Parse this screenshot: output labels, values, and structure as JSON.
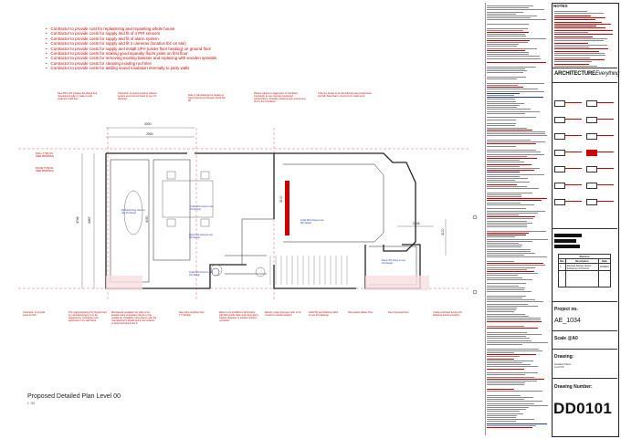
{
  "scope_notes": [
    "Contractor to provide cost for replastering and repainting whole house",
    "Contractor to provide costs for supply and fit of 4 PIR sensors",
    "Contractor to provide costs for supply and fit of alarm system",
    "Contractor to provide costs for supply and fit 2 cameras (location tbc on site)",
    "Contractor to provide costs for supply and install UFH (under floor heating) on ground floor",
    "Contractor to provide costs for making good squeaky floors joists on first floor",
    "Contractor to provide costs for removing existing banister and replacing with wooden spindals",
    "Contractor to provide costs for cleaning existing roof tiles",
    "Contractor to provide costs for adding sound insulation internally to party walls"
  ],
  "plan": {
    "title": "Proposed Detailed Plan Level 00",
    "scale": "1 : 50",
    "dimensions": [
      "3000",
      "2900",
      "4744",
      "4467",
      "2248",
      "3100",
      "3100",
      "4050",
      "1100",
      "4050",
      "1300",
      "4711",
      "13059",
      "2900"
    ]
  },
  "annotations_top": [
    "New RSJ with Opaque fire-Rated and Intumescent side to make it a tab parament solid floor",
    "Contractor to extend existing infrared system and concept sheet to use UV drawings",
    "Note to SE drawings for details on steel channel to changes check SE - 05",
    "Please subject to stage laser of mandator. Contractor to use concrete reinforced constructions. Possibly reinforcement and access the by the contractor",
    "Chimney breast to be demolished using steel beam and SE. New beam, noted on for made good"
  ],
  "annotations_left": [
    "WALL TYPE W1 (SEE DRAWING)",
    "ROOM TYPE R1 (SEE DRAWING)"
  ],
  "annotations_bottom": [
    "Contractor to provide costs for WC",
    "The caged (existing) for hinged (top) by manufacturing's on to be designed by contractors and approved on by staff client",
    "Mechanical ventilation for toilet to be located using proprietary device to the outside air, installed in accordance with the manufacturer's details and in accordance to Approved Document F",
    "New Chimney/Flue from T.V Module",
    "Water to be installed in all finishes with fitting with cable and information. Kitchen designer to install in kitchen contractor",
    "Electric meter and gas meter to be moved to outside location",
    "Solid 5% and chasing paths to use 25 drawings",
    "New raised plaster floor",
    "New proposed door",
    "Create and fitted access 00 following existing location"
  ],
  "annotations_blue": [
    "Kitchen/Living room to use 01 design",
    "Lintel W1 (Area to use 01 design)",
    "Room R1 (Area to use 00) design",
    "Lintel W3 (Area to use 00) design",
    "Lintel W2 (Area to use 01) design",
    "Room R2 (Area to use 01) design"
  ],
  "title_block": {
    "notes_label": "NOTES",
    "logo_text": "ARCHITECTURE",
    "logo_sub": "Everything",
    "revision_label": "Revision",
    "revision_headers": [
      "Rev",
      "Description",
      "Date"
    ],
    "revision_rows": [
      [
        "1",
        "Revised Design Option Following Comments",
        "22/08/21"
      ]
    ],
    "project_label": "Project no.",
    "project_value": "AE_1034",
    "scale_label": "Scale @A0",
    "drawing_label": "Drawing:",
    "drawing_sub": [
      "Detailed Plans",
      "Level 00"
    ],
    "drawing_number_label": "Drawing Number:",
    "drawing_number": "DD0101"
  },
  "colors": {
    "annotation_red": "#d10000",
    "annotation_blue": "#2035b0",
    "wall": "#d10000",
    "line": "#222222"
  }
}
